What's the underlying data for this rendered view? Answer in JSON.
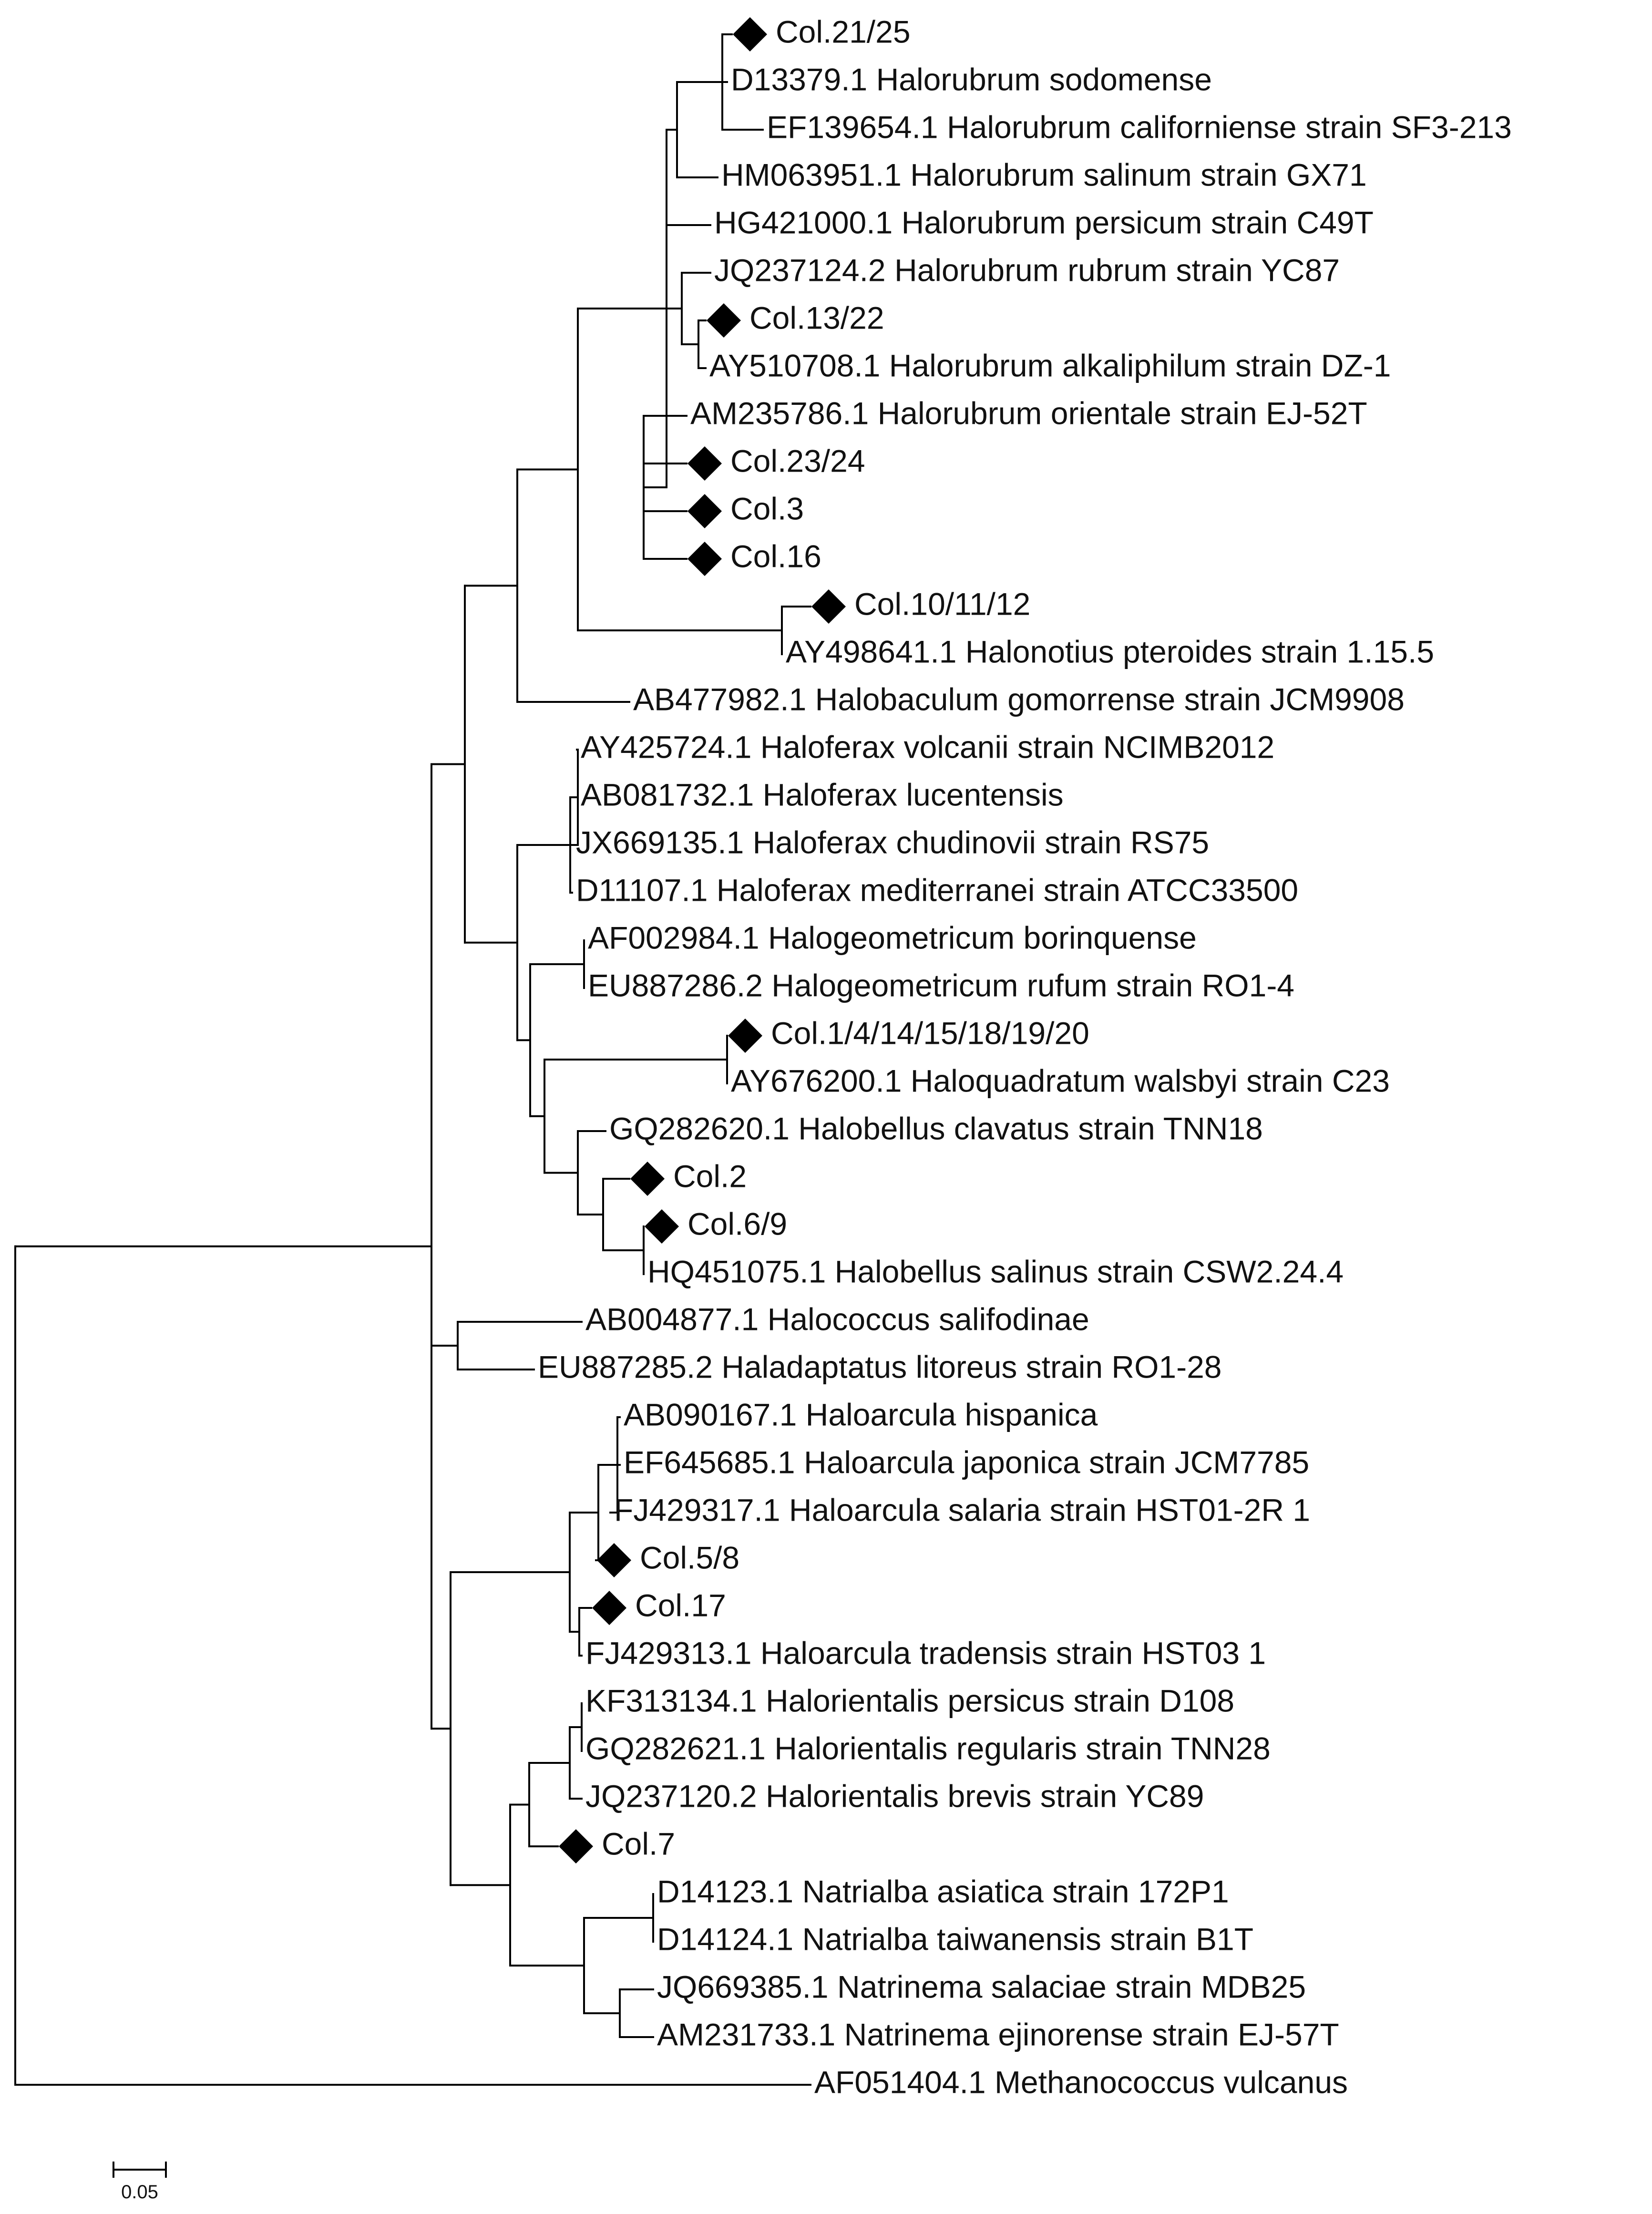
{
  "tree": {
    "leaves": [
      {
        "label": "Col.21/25",
        "marked": true
      },
      {
        "label": "D13379.1 Halorubrum sodomense",
        "marked": false
      },
      {
        "label": "EF139654.1 Halorubrum californiense strain SF3-213",
        "marked": false
      },
      {
        "label": "HM063951.1 Halorubrum salinum strain GX71",
        "marked": false
      },
      {
        "label": "HG421000.1 Halorubrum persicum strain C49T",
        "marked": false
      },
      {
        "label": "JQ237124.2 Halorubrum rubrum strain YC87",
        "marked": false
      },
      {
        "label": "Col.13/22",
        "marked": true
      },
      {
        "label": "AY510708.1 Halorubrum alkaliphilum strain DZ-1",
        "marked": false
      },
      {
        "label": "AM235786.1 Halorubrum orientale strain EJ-52T",
        "marked": false
      },
      {
        "label": "Col.23/24",
        "marked": true
      },
      {
        "label": "Col.3",
        "marked": true
      },
      {
        "label": "Col.16",
        "marked": true
      },
      {
        "label": "Col.10/11/12",
        "marked": true
      },
      {
        "label": "AY498641.1 Halonotius pteroides strain 1.15.5",
        "marked": false
      },
      {
        "label": "AB477982.1 Halobaculum gomorrense strain JCM9908",
        "marked": false
      },
      {
        "label": "AY425724.1 Haloferax volcanii strain NCIMB2012",
        "marked": false
      },
      {
        "label": "AB081732.1 Haloferax lucentensis",
        "marked": false
      },
      {
        "label": "JX669135.1 Haloferax chudinovii strain RS75",
        "marked": false
      },
      {
        "label": "D11107.1 Haloferax mediterranei strain ATCC33500",
        "marked": false
      },
      {
        "label": "AF002984.1 Halogeometricum borinquense",
        "marked": false
      },
      {
        "label": "EU887286.2 Halogeometricum rufum strain RO1-4",
        "marked": false
      },
      {
        "label": "Col.1/4/14/15/18/19/20",
        "marked": true
      },
      {
        "label": "AY676200.1 Haloquadratum walsbyi strain C23",
        "marked": false
      },
      {
        "label": "GQ282620.1 Halobellus clavatus strain TNN18",
        "marked": false
      },
      {
        "label": "Col.2",
        "marked": true
      },
      {
        "label": "Col.6/9",
        "marked": true
      },
      {
        "label": "HQ451075.1 Halobellus salinus strain CSW2.24.4",
        "marked": false
      },
      {
        "label": "AB004877.1 Halococcus salifodinae",
        "marked": false
      },
      {
        "label": "EU887285.2 Haladaptatus litoreus strain RO1-28",
        "marked": false
      },
      {
        "label": "AB090167.1 Haloarcula hispanica",
        "marked": false
      },
      {
        "label": "EF645685.1 Haloarcula japonica strain JCM7785",
        "marked": false
      },
      {
        "label": "FJ429317.1 Haloarcula salaria strain HST01-2R 1",
        "marked": false
      },
      {
        "label": "Col.5/8",
        "marked": true
      },
      {
        "label": "Col.17",
        "marked": true
      },
      {
        "label": "FJ429313.1 Haloarcula tradensis strain HST03 1",
        "marked": false
      },
      {
        "label": "KF313134.1 Halorientalis persicus strain D108",
        "marked": false
      },
      {
        "label": "GQ282621.1 Halorientalis regularis strain TNN28",
        "marked": false
      },
      {
        "label": "JQ237120.2 Halorientalis brevis strain YC89",
        "marked": false
      },
      {
        "label": "Col.7",
        "marked": true
      },
      {
        "label": "D14123.1 Natrialba asiatica strain 172P1",
        "marked": false
      },
      {
        "label": "D14124.1 Natrialba taiwanensis strain B1T",
        "marked": false
      },
      {
        "label": "JQ669385.1 Natrinema salaciae strain MDB25",
        "marked": false
      },
      {
        "label": "AM231733.1 Natrinema ejinorense strain EJ-57T",
        "marked": false
      },
      {
        "label": "AF051404.1 Methanococcus vulcanus",
        "marked": false
      }
    ],
    "scale_bar": {
      "label": "0.05",
      "length": 0.05
    },
    "colors": {
      "line": "#000000",
      "text": "#111111",
      "marker": "#000000"
    }
  }
}
